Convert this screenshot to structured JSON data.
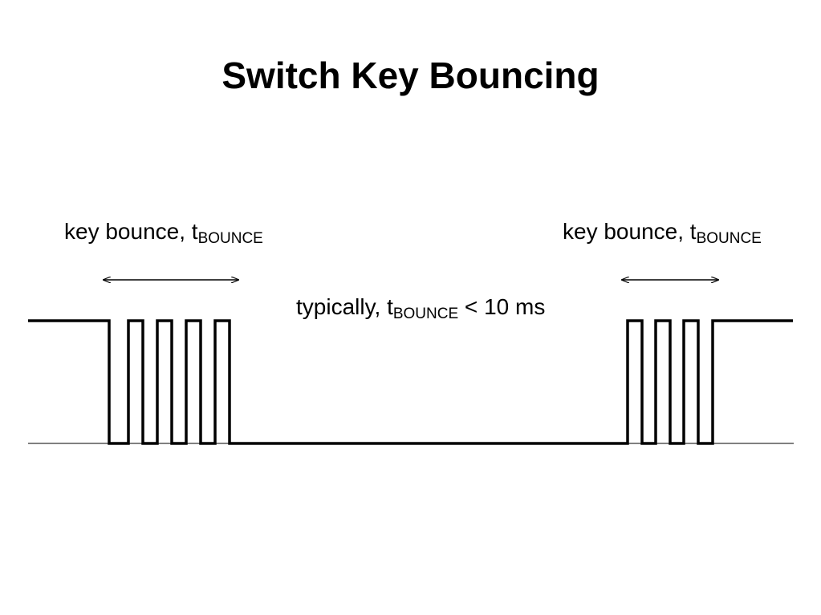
{
  "slide": {
    "title": "Switch Key Bouncing"
  },
  "labels": {
    "left": {
      "text": "key bounce, t",
      "subscript": "BOUNCE"
    },
    "right": {
      "text": "key bounce, t",
      "subscript": "BOUNCE"
    },
    "typical": {
      "prefix": "typically, t",
      "subscript": "BOUNCE",
      "suffix": " < 10 ms"
    }
  },
  "colors": {
    "line": "#000000",
    "background": "#ffffff"
  }
}
